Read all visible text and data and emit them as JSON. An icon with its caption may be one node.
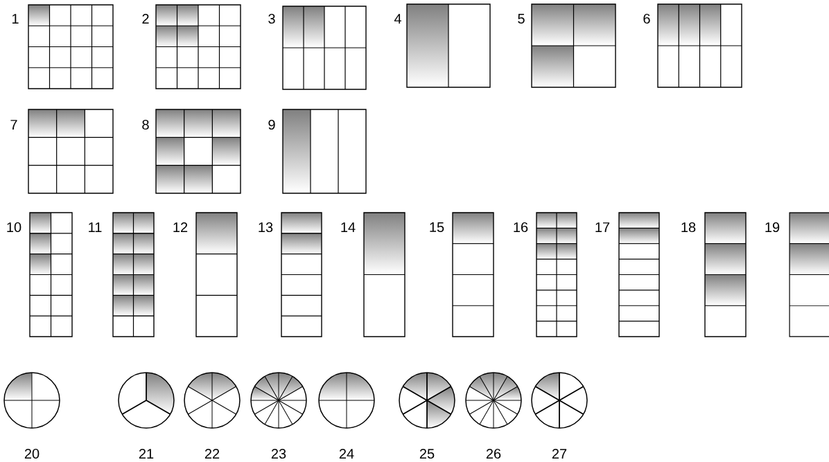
{
  "diagram": {
    "labels": [
      "1",
      "2",
      "3",
      "4",
      "5",
      "6",
      "7",
      "8",
      "9",
      "10",
      "11",
      "12",
      "13",
      "14",
      "15",
      "16",
      "17",
      "18",
      "19",
      "20",
      "21",
      "22",
      "23",
      "24",
      "25",
      "26",
      "27"
    ]
  }
}
